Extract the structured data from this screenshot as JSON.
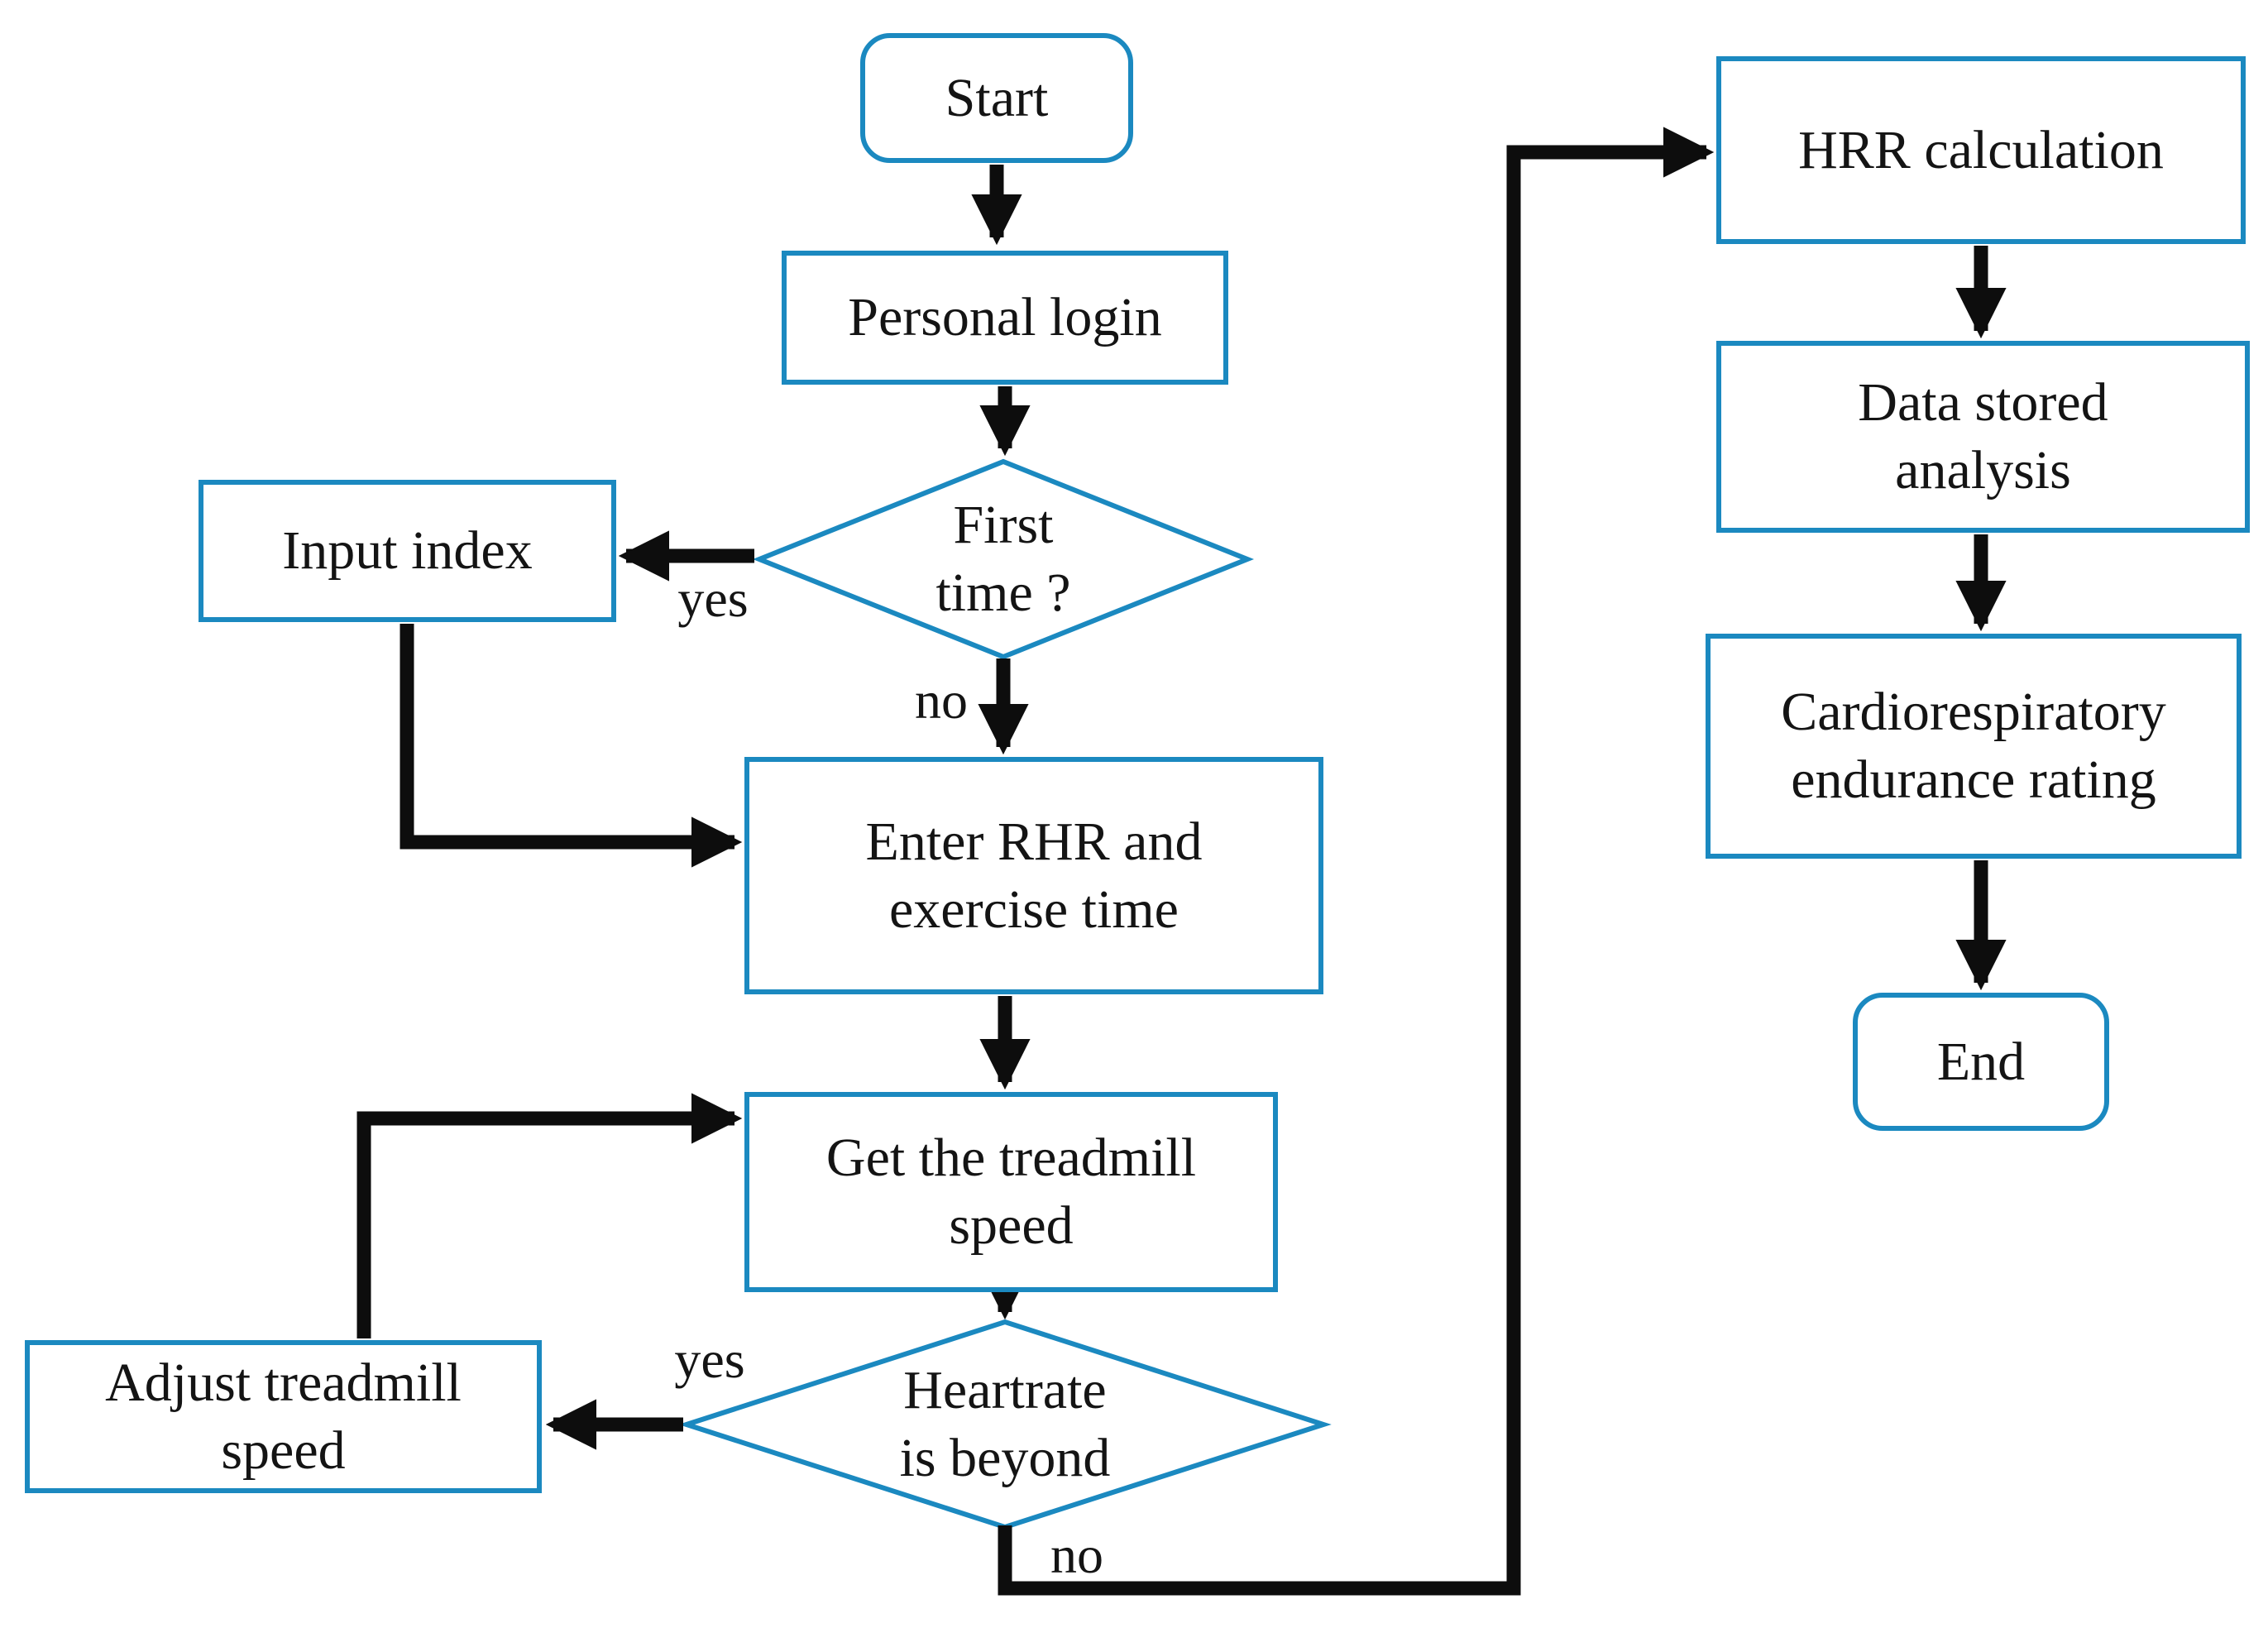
{
  "colors": {
    "node_border": "#1b89c0",
    "arrow": "#0d0d0d",
    "text": "#141414",
    "background": "#ffffff"
  },
  "nodes": {
    "start": {
      "lines": [
        "Start"
      ]
    },
    "personal_login": {
      "lines": [
        "Personal login"
      ]
    },
    "first_time": {
      "lines": [
        "First",
        "time ?"
      ]
    },
    "input_index": {
      "lines": [
        "Input index"
      ]
    },
    "enter_rhr": {
      "lines": [
        "Enter RHR and",
        "exercise time"
      ]
    },
    "get_speed": {
      "lines": [
        "Get the treadmill",
        "speed"
      ]
    },
    "heartrate": {
      "lines": [
        "Heartrate",
        "is beyond"
      ]
    },
    "adjust_speed": {
      "lines": [
        "Adjust treadmill",
        "speed"
      ]
    },
    "hrr_calc": {
      "lines": [
        "HRR calculation"
      ]
    },
    "data_stored": {
      "lines": [
        "Data stored",
        "analysis"
      ]
    },
    "cardio_rating": {
      "lines": [
        "Cardiorespiratory",
        "endurance rating"
      ]
    },
    "end": {
      "lines": [
        "End"
      ]
    }
  },
  "edge_labels": {
    "first_time_yes": "yes",
    "first_time_no": "no",
    "heartrate_yes": "yes",
    "heartrate_no": "no"
  }
}
